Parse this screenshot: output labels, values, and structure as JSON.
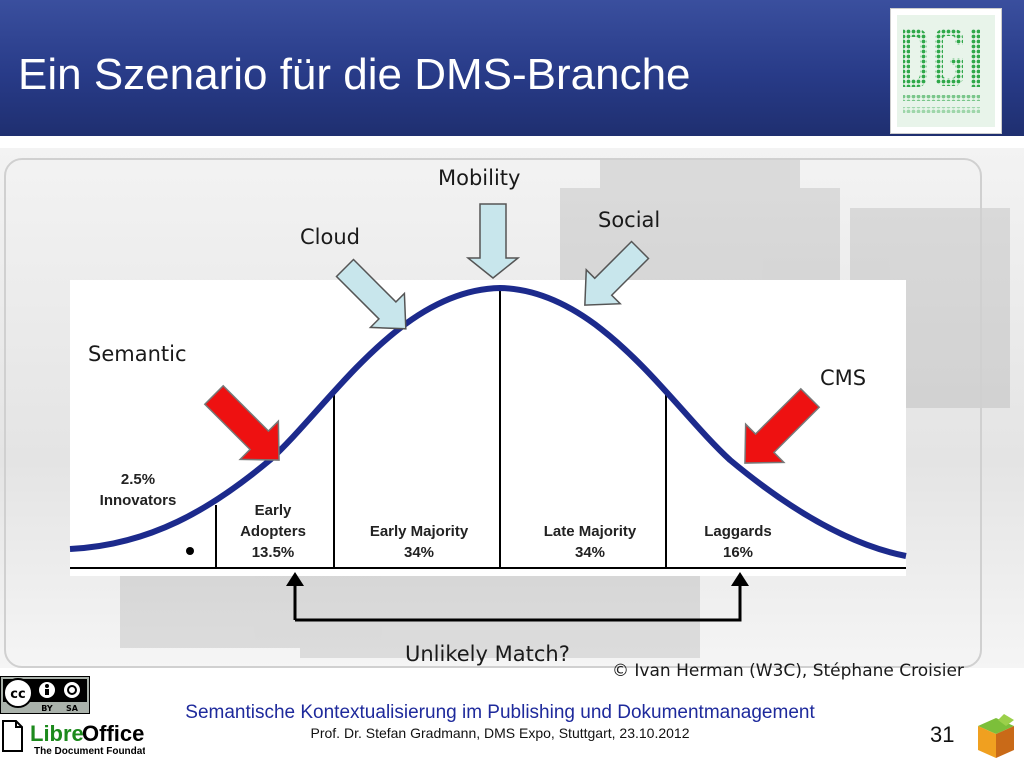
{
  "slide": {
    "title": "Ein Szenario für die DMS-Branche",
    "logo_text": "DGI",
    "page_number": "31",
    "copyright": "© Ivan Herman (W3C), Stéphane Croisier",
    "footer_line1": "Semantische Kontextualisierung im Publishing und Dokumentmanagement",
    "footer_line2": "Prof. Dr. Stefan Gradmann, DMS Expo, Stuttgart, 23.10.2012"
  },
  "diagram": {
    "arrow_labels": {
      "mobility": "Mobility",
      "cloud": "Cloud",
      "social": "Social",
      "semantic": "Semantic",
      "cms": "CMS"
    },
    "segments": {
      "innovators": [
        "2.5%",
        "Innovators"
      ],
      "early_adopters": [
        "Early",
        "Adopters",
        "13.5%"
      ],
      "early_majority": [
        "Early Majority",
        "34%"
      ],
      "late_majority": [
        "Late Majority",
        "34%"
      ],
      "laggards": [
        "Laggards",
        "16%"
      ]
    },
    "bottom_label": "Unlikely Match?",
    "colors": {
      "curve": "#1c2a8c",
      "blue_arrow_fill": "#c8e6ec",
      "red_arrow_fill": "#ee1111"
    }
  },
  "badges": {
    "cc": {
      "cc": "cc",
      "by": "BY",
      "sa": "SA"
    },
    "libreoffice": {
      "name_libre": "Libre",
      "name_office": "Office",
      "subtitle": "The Document Foundation"
    }
  }
}
